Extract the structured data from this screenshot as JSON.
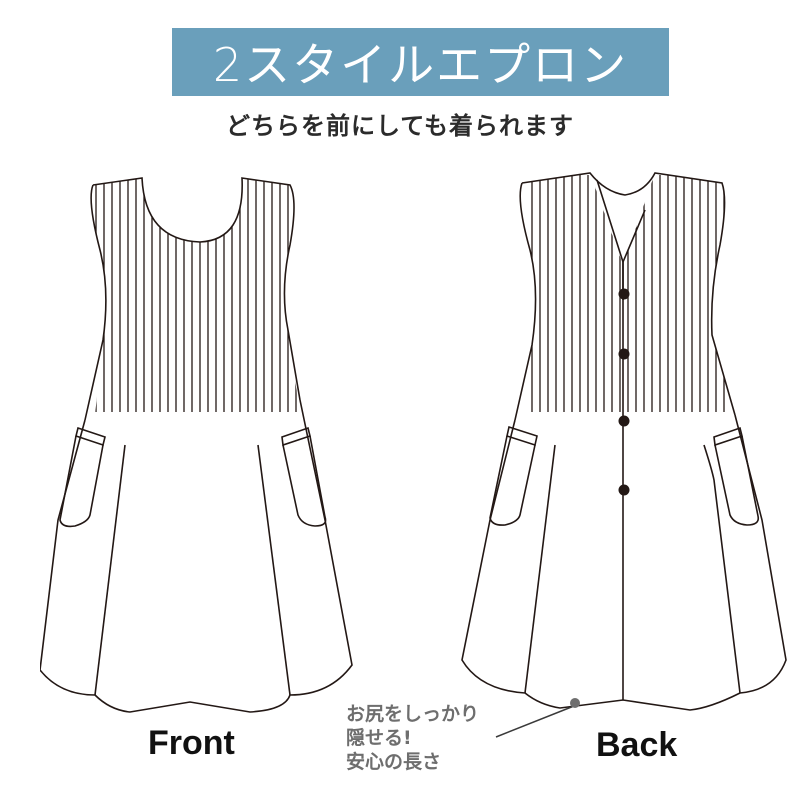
{
  "header": {
    "title": "2スタイルエプロン",
    "subtitle": "どちらを前にしても着られます"
  },
  "figures": {
    "front": {
      "label": "Front"
    },
    "back": {
      "label": "Back",
      "buttons": 4
    }
  },
  "annotation": {
    "lines": [
      "お尻をしっかり",
      "隠せる!",
      "安心の長さ"
    ]
  },
  "colors": {
    "banner": "#6a9fbb",
    "outline": "#231815",
    "annotation": "#6e6e6e"
  }
}
